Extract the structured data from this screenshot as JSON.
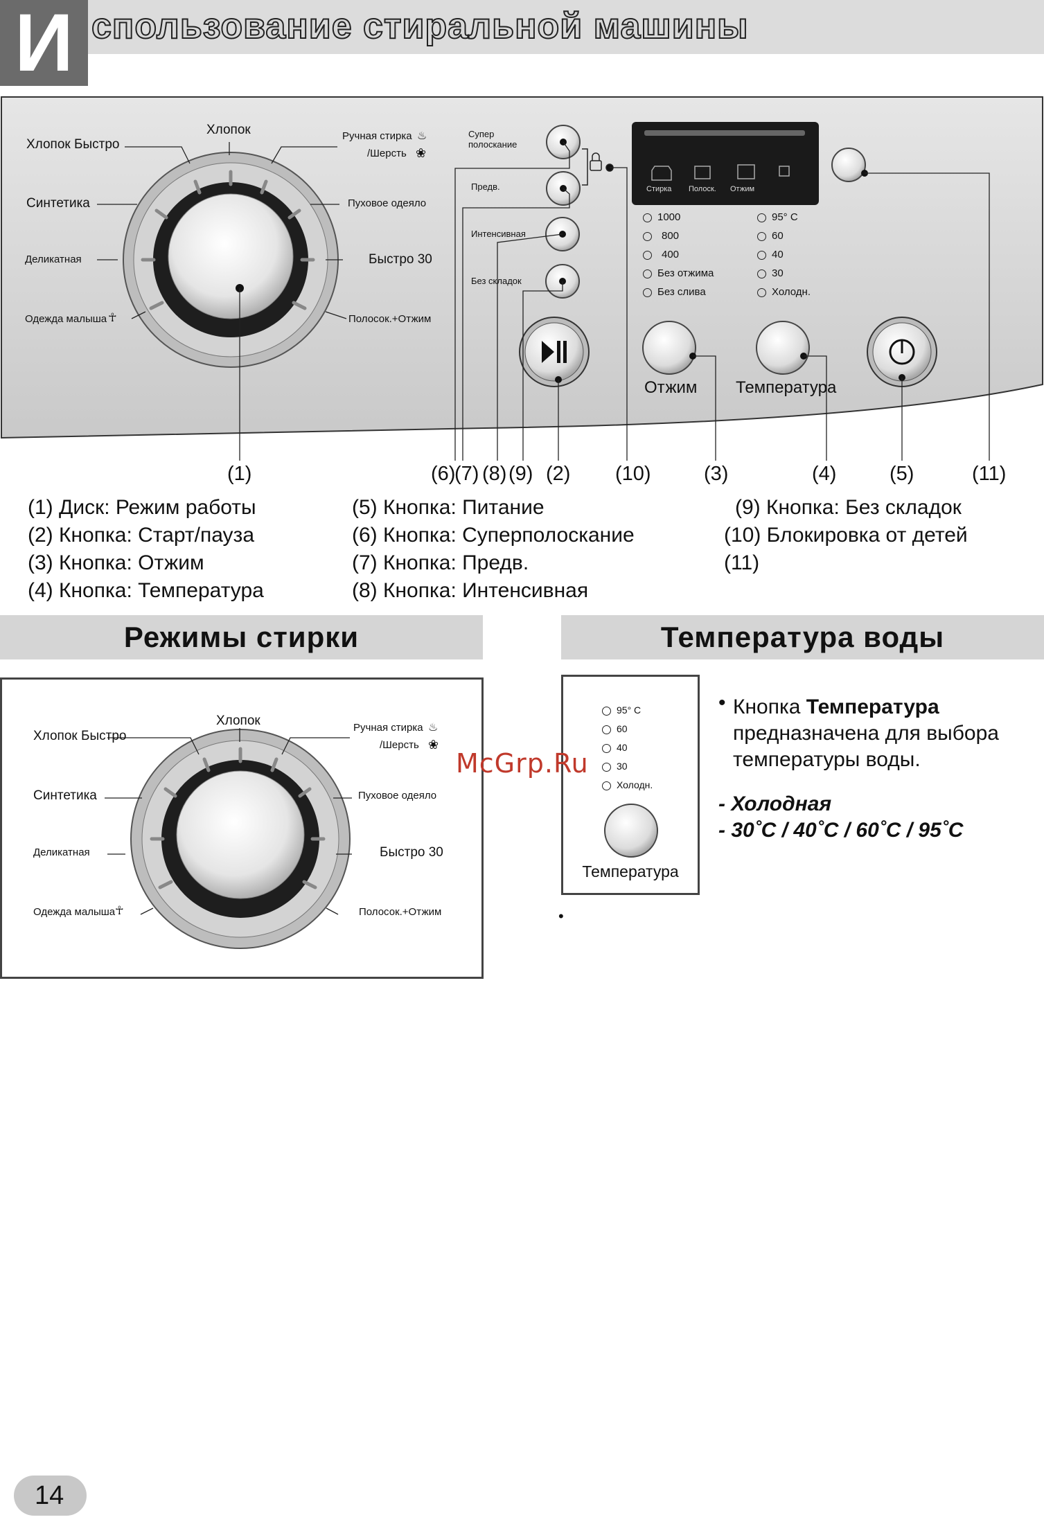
{
  "header": {
    "initial_letter": "И",
    "title_rest": "спользование стиральной машины"
  },
  "panel": {
    "dial_programs": [
      "Хлопок Быстро",
      "Хлопок",
      "Ручная стирка",
      "/Шерсть",
      "Синтетика",
      "Пуховое одеяло",
      "Деликатная",
      "Быстро 30",
      "Одежда малыша",
      "Полосок.+Отжим"
    ],
    "left_buttons": [
      "Супер",
      "полоскание",
      "Предв.",
      "Интенсивная",
      "Без складок"
    ],
    "display_icons": [
      "Стирка",
      "Полоск.",
      "Отжим"
    ],
    "spin_options": [
      "1000",
      "800",
      "400",
      "Без отжима",
      "Без слива"
    ],
    "temp_options": [
      "95° C",
      "60",
      "40",
      "30",
      "Холодн."
    ],
    "spin_button_label": "Отжим",
    "temp_button_label": "Температура",
    "callouts": [
      "(1)",
      "(6)",
      "(7)",
      "(8)",
      "(9)",
      "(2)",
      "(10)",
      "(3)",
      "(4)",
      "(5)",
      "(11)"
    ]
  },
  "legend": {
    "col1": [
      "(1) Диск: Режим работы",
      "(2) Кнопка: Старт/пауза",
      "(3) Кнопка: Отжим",
      "(4) Кнопка: Температура"
    ],
    "col2": [
      "(5) Кнопка: Питание",
      "(6) Кнопка: Суперполоскание",
      "(7) Кнопка: Предв.",
      "(8) Кнопка: Интенсивная"
    ],
    "col3": [
      "(9) Кнопка: Без складок",
      "(10) Блокировка от детей",
      "(11)"
    ]
  },
  "section_modes": {
    "title": "Режимы стирки"
  },
  "section_temp": {
    "title": "Температура воды",
    "options": [
      "95° C",
      "60",
      "40",
      "30",
      "Холодн."
    ],
    "button_label": "Температура",
    "para_prefix": "Кнопка ",
    "para_bold": "Температура",
    "para_rest": "предназначена для выбора температуры воды.",
    "line1": "- Холодная",
    "line2": "- 30˚C / 40˚C / 60˚C / 95˚C"
  },
  "watermark": "McGrp.Ru",
  "page_number": "14"
}
